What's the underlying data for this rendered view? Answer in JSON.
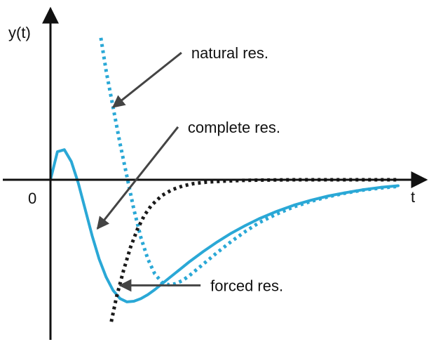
{
  "chart_data": {
    "type": "line",
    "title": "",
    "ylabel": "y(t)",
    "xlabel": "t",
    "origin_label": "0",
    "xlim": [
      0,
      10
    ],
    "ylim": [
      -4.6,
      4.6
    ],
    "grid": false,
    "legend": "none",
    "series": [
      {
        "name": "complete res.",
        "style": "solid",
        "color": "#2aa8d6",
        "x": [
          0,
          0.2,
          0.4,
          0.6,
          0.8,
          1.0,
          1.2,
          1.4,
          1.6,
          1.8,
          2.0,
          2.2,
          2.4,
          2.6,
          2.8,
          3.0,
          3.2,
          3.4,
          3.6,
          3.8,
          4.0,
          4.4,
          4.8,
          5.2,
          5.6,
          6.0,
          6.5,
          7.0,
          7.5,
          8.0,
          8.5,
          9.0,
          9.5,
          10.0
        ],
        "y": [
          0,
          0.85,
          0.91,
          0.55,
          -0.1,
          -0.9,
          -1.7,
          -2.4,
          -2.95,
          -3.35,
          -3.6,
          -3.7,
          -3.68,
          -3.6,
          -3.48,
          -3.33,
          -3.16,
          -2.99,
          -2.82,
          -2.65,
          -2.48,
          -2.17,
          -1.88,
          -1.62,
          -1.39,
          -1.18,
          -0.96,
          -0.77,
          -0.62,
          -0.49,
          -0.39,
          -0.3,
          -0.23,
          -0.18
        ]
      },
      {
        "name": "natural res.",
        "style": "dotted",
        "color": "#2aa8d6",
        "x": [
          1.45,
          1.6,
          1.8,
          2.0,
          2.2,
          2.4,
          2.6,
          2.8,
          3.0,
          3.2,
          3.4,
          3.6,
          3.8,
          4.0,
          4.4,
          4.8,
          5.2,
          5.6,
          6.0,
          6.5,
          7.0,
          7.5,
          8.0,
          8.5,
          9.0,
          9.5,
          10.0
        ],
        "y": [
          4.3,
          3.3,
          2.2,
          1.1,
          0.1,
          -0.9,
          -1.75,
          -2.4,
          -2.85,
          -3.1,
          -3.18,
          -3.15,
          -3.05,
          -2.9,
          -2.55,
          -2.2,
          -1.87,
          -1.57,
          -1.3,
          -1.04,
          -0.82,
          -0.65,
          -0.51,
          -0.4,
          -0.31,
          -0.25,
          -0.2
        ]
      },
      {
        "name": "forced res.",
        "style": "dotted",
        "color": "#1a1a1a",
        "x": [
          1.75,
          1.9,
          2.1,
          2.3,
          2.5,
          2.7,
          2.9,
          3.2,
          3.5,
          3.8,
          4.1,
          4.5,
          5.0,
          5.5,
          6.0,
          7.0,
          8.0,
          9.0,
          10.0
        ],
        "y": [
          -4.3,
          -3.55,
          -2.75,
          -2.05,
          -1.5,
          -1.08,
          -0.78,
          -0.48,
          -0.3,
          -0.19,
          -0.12,
          -0.07,
          -0.04,
          -0.02,
          -0.01,
          0,
          0,
          0,
          0
        ]
      }
    ],
    "annotations": [
      {
        "text": "natural res.",
        "target_series": "natural res.",
        "target": [
          1.8,
          2.2
        ],
        "text_anchor": [
          4.05,
          3.85
        ]
      },
      {
        "text": "complete res.",
        "target_series": "complete res.",
        "target": [
          1.35,
          -1.48
        ],
        "text_anchor": [
          3.95,
          1.6
        ]
      },
      {
        "text": "forced res.",
        "target_series": "forced res.",
        "target": [
          2.0,
          -3.2
        ],
        "text_anchor": [
          4.6,
          -3.2
        ]
      }
    ]
  }
}
